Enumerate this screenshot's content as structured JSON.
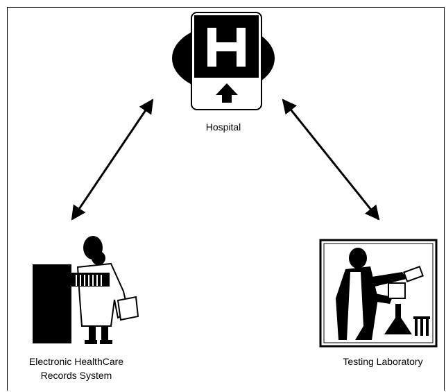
{
  "nodes": {
    "hospital": {
      "label": "Hospital",
      "icon": "hospital-sign-icon"
    },
    "ehr": {
      "label_line1": "Electronic HealthCare",
      "label_line2": "Records System",
      "icon": "records-clerk-icon"
    },
    "lab": {
      "label": "Testing Laboratory",
      "icon": "scientist-icon"
    }
  },
  "connections": [
    {
      "from": "hospital",
      "to": "ehr",
      "direction": "bidirectional"
    },
    {
      "from": "hospital",
      "to": "lab",
      "direction": "bidirectional"
    }
  ],
  "colors": {
    "line": "#000000",
    "background": "#ffffff"
  }
}
